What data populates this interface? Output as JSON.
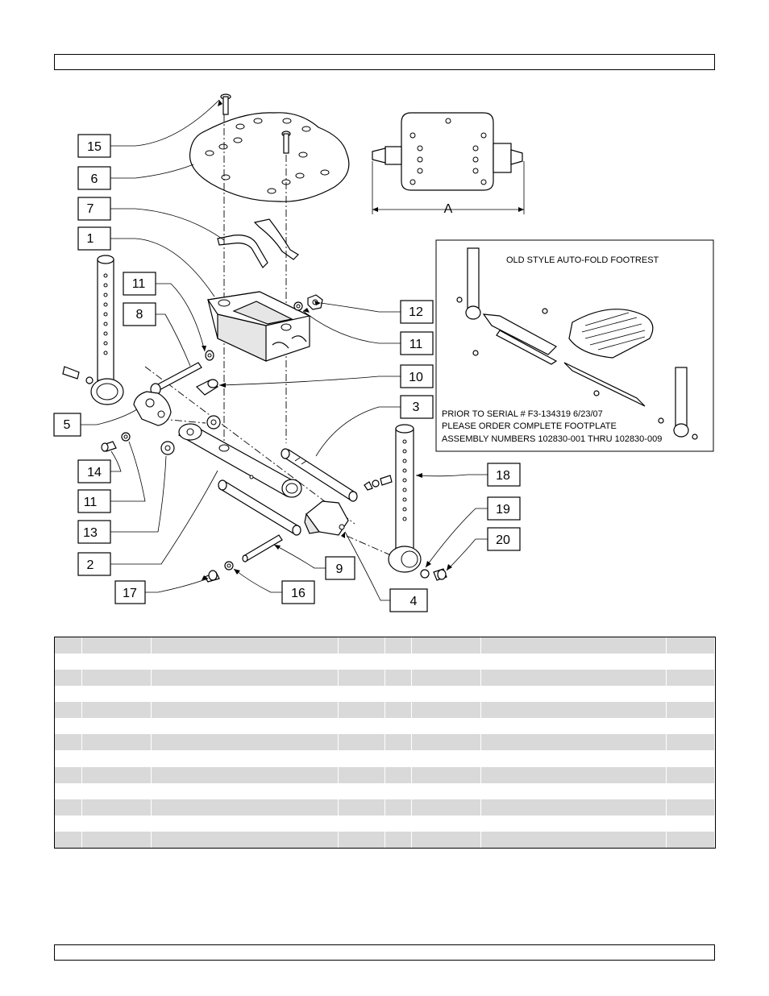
{
  "callouts": [
    "15",
    "6",
    "7",
    "1",
    "11",
    "8",
    "12",
    "11",
    "10",
    "5",
    "3",
    "14",
    "11",
    "13",
    "2",
    "18",
    "19",
    "20",
    "9",
    "17",
    "16",
    "4"
  ],
  "dimension_label": "A",
  "inset": {
    "title": "OLD STYLE AUTO-FOLD FOOTREST",
    "note_line1": "PRIOR TO SERIAL # F3-134319 6/23/07",
    "note_line2": "PLEASE ORDER COMPLETE FOOTPLATE",
    "note_line3": "ASSEMBLY NUMBERS 102830-001 THRU 102830-009"
  },
  "table": {
    "row_count": 13,
    "shaded_rows": [
      0,
      2,
      4,
      6,
      8,
      10,
      12
    ]
  }
}
